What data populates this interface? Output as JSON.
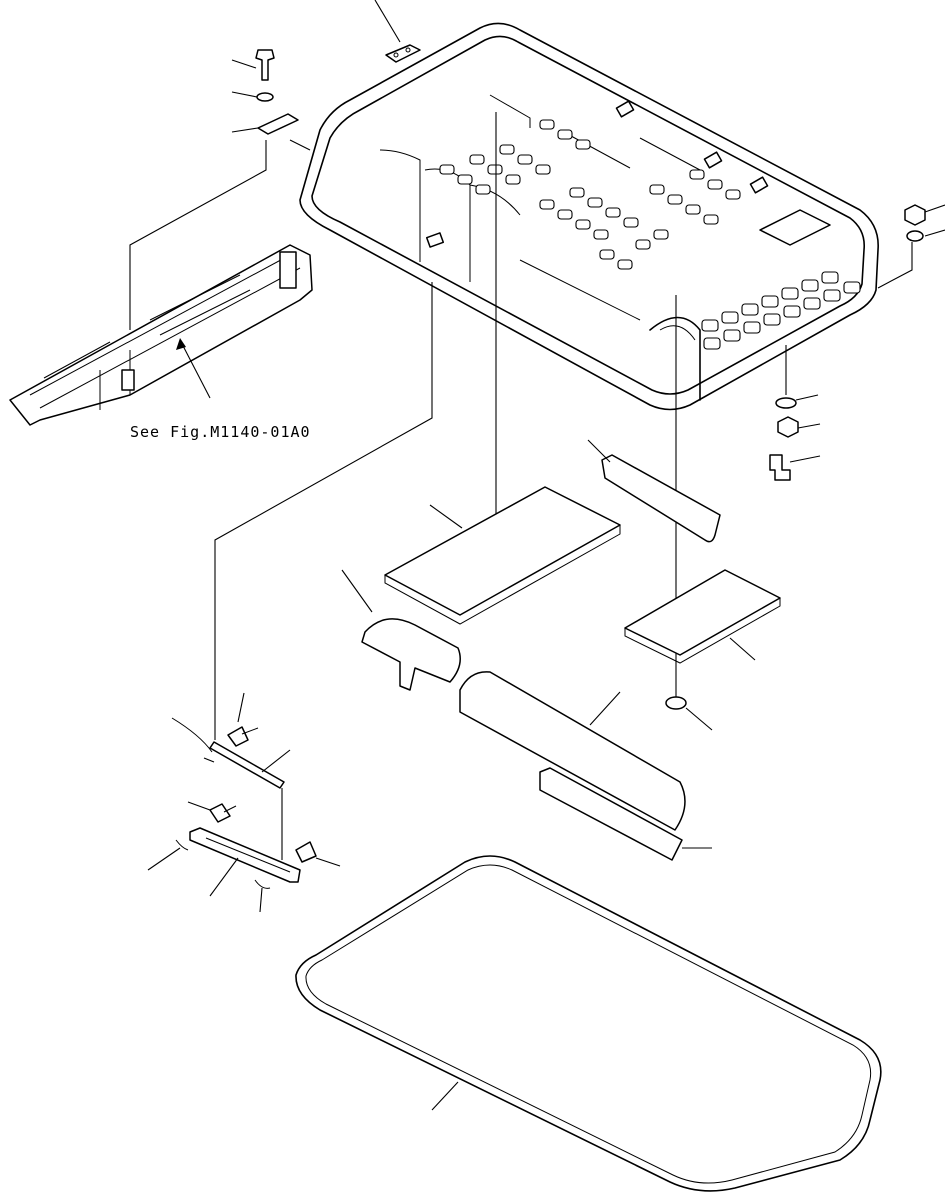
{
  "diagram": {
    "reference_label": "See Fig.M1140-01A0"
  },
  "parts": [
    {
      "name": "roof-cover",
      "kind": "assembly"
    },
    {
      "name": "roof-frame",
      "kind": "frame"
    },
    {
      "name": "hinge-plate",
      "kind": "bracket"
    },
    {
      "name": "bolt",
      "kind": "fastener"
    },
    {
      "name": "washer",
      "kind": "fastener"
    },
    {
      "name": "nut",
      "kind": "fastener"
    },
    {
      "name": "insulation-pad",
      "kind": "pad"
    },
    {
      "name": "trim-strip",
      "kind": "trim"
    },
    {
      "name": "seal-ring",
      "kind": "seal"
    },
    {
      "name": "hinge-bar",
      "kind": "bracket"
    },
    {
      "name": "pin",
      "kind": "fastener"
    }
  ],
  "colors": {
    "line": "#000000",
    "background": "#ffffff"
  }
}
